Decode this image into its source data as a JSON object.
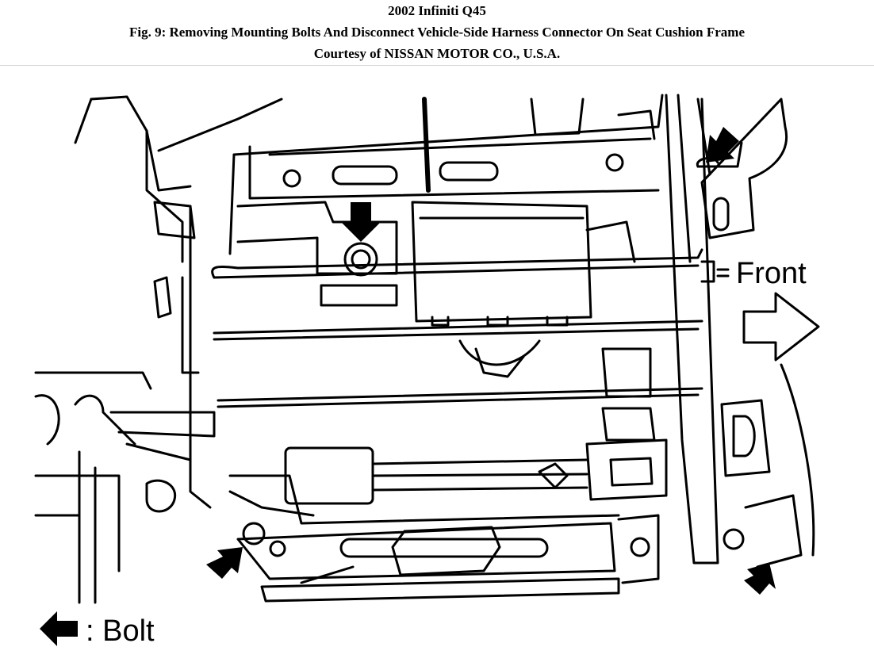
{
  "header": {
    "title": "2002 Infiniti Q45",
    "caption": "Fig. 9: Removing Mounting Bolts And Disconnect Vehicle-Side Harness Connector On Seat Cushion Frame",
    "courtesy": "Courtesy of NISSAN MOTOR CO., U.S.A."
  },
  "figure": {
    "front_label": "Front",
    "legend_label": ": Bolt"
  }
}
